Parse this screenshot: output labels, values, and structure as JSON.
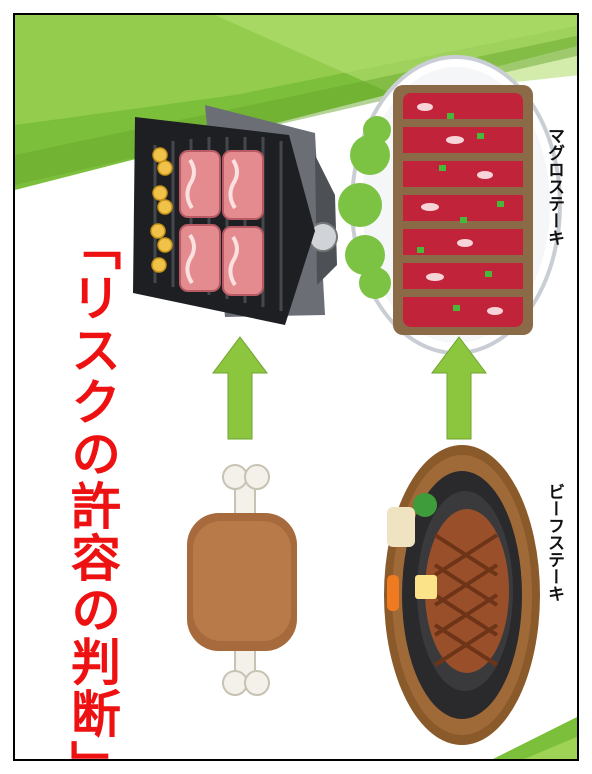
{
  "slide": {
    "title": "「リスクの許容の判断」",
    "labels": {
      "tuna_steak": "マグロステーキ",
      "beef_steak": "ビーフステーキ"
    }
  },
  "colors": {
    "title": "#ee1111",
    "arrow": "#8cc63f",
    "header_green": "#7cbf3a",
    "border": "#000000"
  },
  "icons": [
    "meat-on-bone-icon",
    "beef-steak-icon",
    "grill-pan-icon",
    "tuna-steak-icon",
    "up-arrow-icon"
  ]
}
